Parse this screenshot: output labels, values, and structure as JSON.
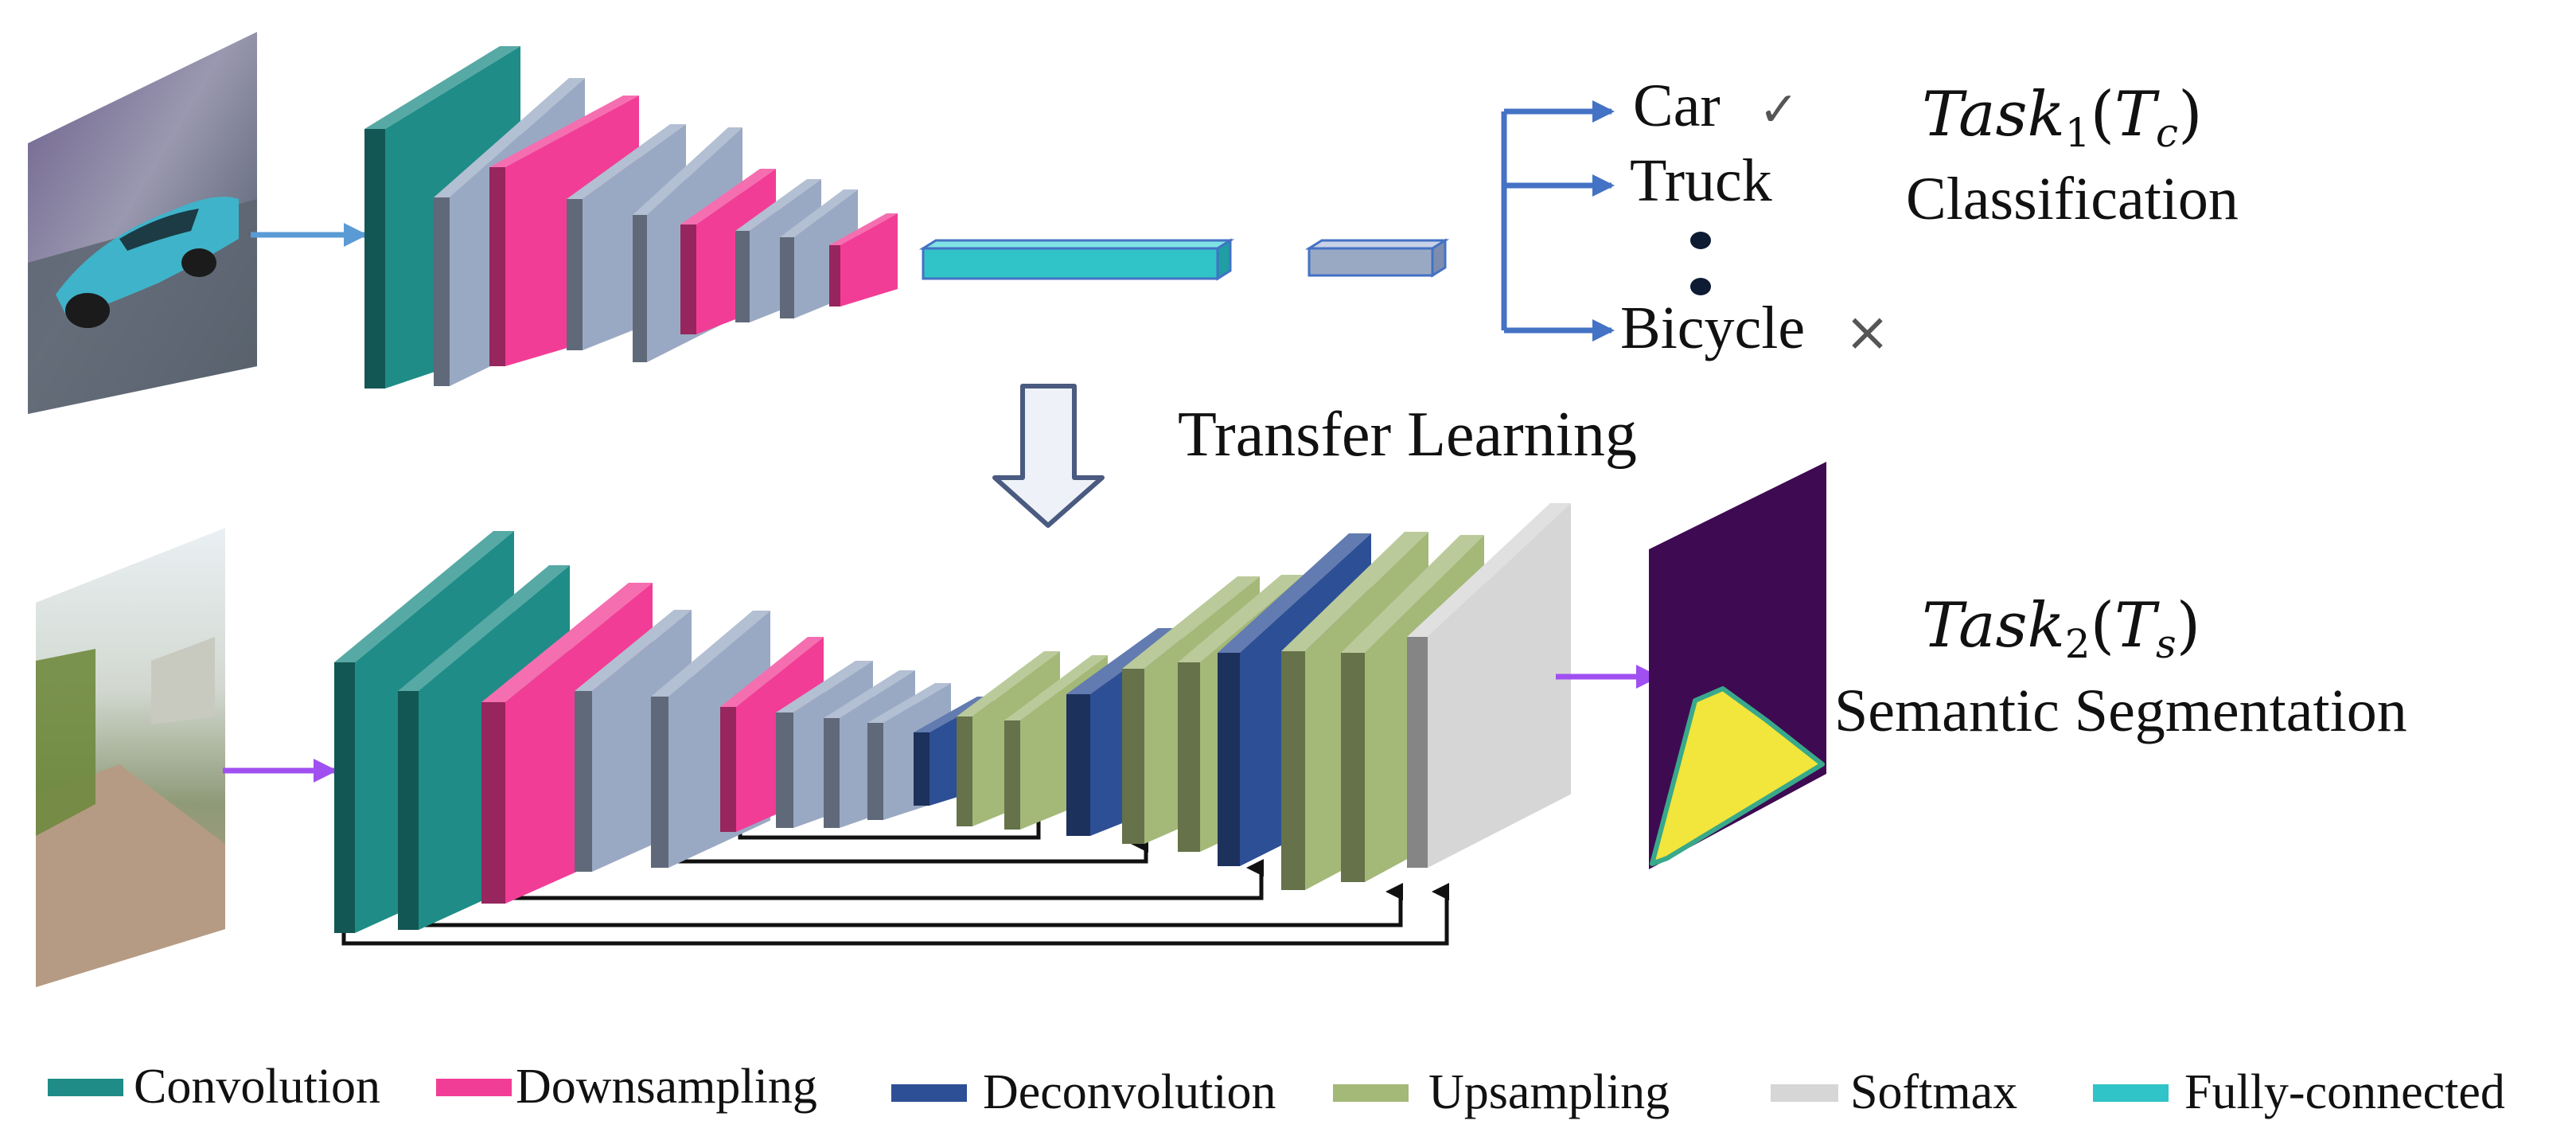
{
  "colors": {
    "convolution": "#1f8c87",
    "downsampling": "#f23d96",
    "deconvolution": "#2d4f95",
    "upsampling": "#a4b878",
    "softmax": "#d6d6d6",
    "fully_connected": "#30c3c7",
    "gray_layer": "#9aa9c3",
    "input_arrow": "#5b9bd5",
    "output_arrow": "#a050f0",
    "class_arrow": "#4472c4",
    "skip_arrow": "#111111"
  },
  "classification": {
    "labels": {
      "car": "Car",
      "truck": "Truck",
      "bicycle": "Bicycle"
    },
    "marks": {
      "check": "✓",
      "cross": "×"
    }
  },
  "task1": {
    "name": "Task",
    "sub": "1",
    "arg": "T",
    "arg_sub": "c",
    "description": "Classification"
  },
  "transfer_label": "Transfer Learning",
  "task2": {
    "name": "Task",
    "sub": "2",
    "arg": "T",
    "arg_sub": "s",
    "description": "Semantic Segmentation"
  },
  "legend": [
    {
      "label": "Convolution",
      "color": "#1f8c87"
    },
    {
      "label": "Downsampling",
      "color": "#f23d96"
    },
    {
      "label": "Deconvolution",
      "color": "#2d4f95"
    },
    {
      "label": "Upsampling",
      "color": "#a4b878"
    },
    {
      "label": "Softmax",
      "color": "#d6d6d6"
    },
    {
      "label": "Fully-connected",
      "color": "#30c3c7"
    }
  ]
}
